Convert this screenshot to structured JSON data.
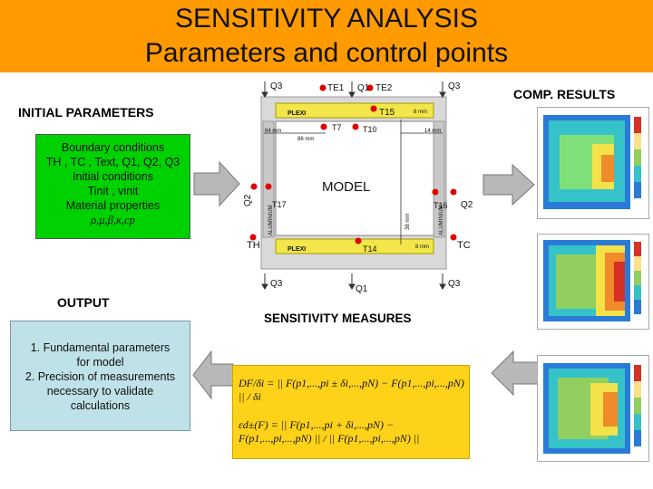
{
  "title": {
    "line1": "SENSITIVITY ANALYSIS",
    "line2": "Parameters and control points"
  },
  "labels": {
    "initial_parameters": "INITIAL PARAMETERS",
    "comp_results": "COMP. RESULTS",
    "output": "OUTPUT",
    "sensitivity_measures": "SENSITIVITY MEASURES",
    "model": "MODEL"
  },
  "initial_box": {
    "line1": "Boundary conditions",
    "line2": "TH , TC , Text, Q1, Q2, Q3",
    "line3": "Initial conditions",
    "line4": "Tinit , vinit",
    "line5": "Material properties",
    "line6": "ρ,μ,β,κ,cp"
  },
  "output_box": {
    "line1": "1. Fundamental parameters",
    "line2": "for model",
    "line3": "2. Precision of measurements",
    "line4": "necessary to validate",
    "line5": "calculations"
  },
  "diagram": {
    "q_top": [
      "Q3",
      "Q1",
      "Q3"
    ],
    "t_top": [
      "TE1",
      "TE2"
    ],
    "plexi_top": "PLEXI",
    "plexi_bottom": "PLEXI",
    "aluminium_left": "ALUMINIUM",
    "aluminium_right": "ALUMINIUM",
    "t_inner": [
      "T7",
      "T10",
      "T15",
      "T17",
      "T16",
      "T14"
    ],
    "dims": [
      "64 mm",
      "86 mm",
      "14 mm",
      "8 mm",
      "8 mm",
      "38 mm"
    ],
    "q_side": [
      "Q2",
      "Q2"
    ],
    "corner_left": "TH",
    "corner_right": "TC",
    "q_bottom": [
      "Q3",
      "Q1",
      "Q3"
    ]
  },
  "formula": {
    "line1": "DF/δi = || F(p1,...,pi ± δi,...,pN) − F(p1,...,pi,...,pN) || / δi",
    "line2": "εd±(F) = || F(p1,...,pi + δi,...,pN) − F(p1,...,pi,...,pN) || / || F(p1,...,pi,...,pN) ||"
  },
  "colors": {
    "title_bar": "#ff9a00",
    "green": "#00d100",
    "yellow": "#ffd21a",
    "blue_box": "#bfe1e8",
    "arrow": "#b8b8b8",
    "plexi": "#f2e64a",
    "red_dot": "#e00000"
  }
}
